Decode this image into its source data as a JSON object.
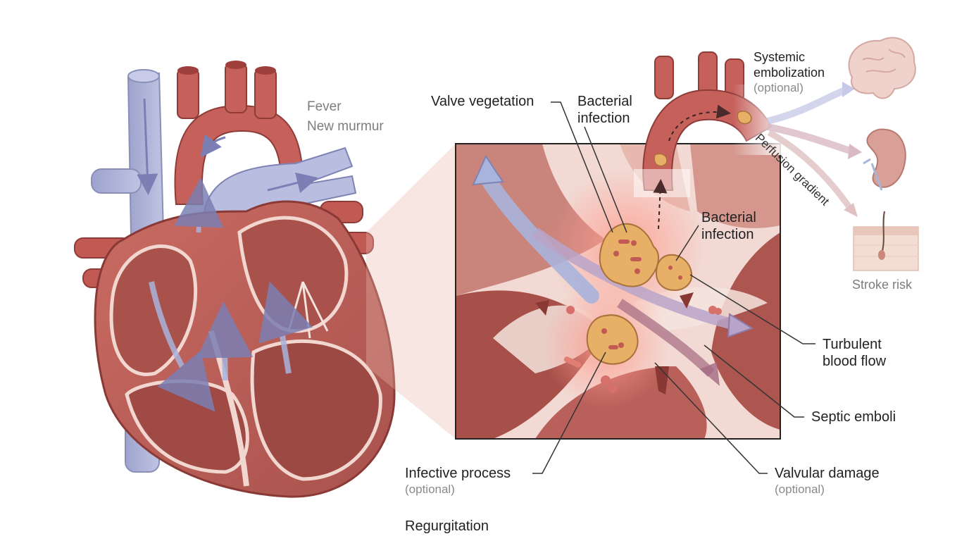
{
  "labels": {
    "fever": "Fever",
    "new_murmur": "New murmur",
    "valve_vegetation": "Valve vegetation",
    "bacterial_infection_top": "Bacterial infection",
    "bacterial_infection_mid": "Bacterial infection",
    "systemic_embolization": "Systemic embolization",
    "systemic_embolization_note": "(optional)",
    "perfusion_gradient": "Perfusion gradient",
    "stroke_risk": "Stroke risk",
    "turbulent_blood_flow": "Turbulent blood flow",
    "septic_emboli": "Septic emboli",
    "infective_process": "Infective process",
    "infective_process_note": "(optional)",
    "valvular_damage": "Valvular damage",
    "valvular_damage_note": "(optional)",
    "regurgitation": "Regurgitation"
  },
  "icons": [
    "heart-icon",
    "aorta-icon",
    "brain-icon",
    "kidney-icon",
    "skin-icon",
    "vegetation-icon"
  ],
  "colors": {
    "myocardium": "#c4655e",
    "chamber": "#b86560",
    "vein": "#aeb3d6",
    "flow_arrow": "#a9b4dc",
    "vegetation": "#e8b067",
    "inflammation": "#ffb4a8"
  }
}
